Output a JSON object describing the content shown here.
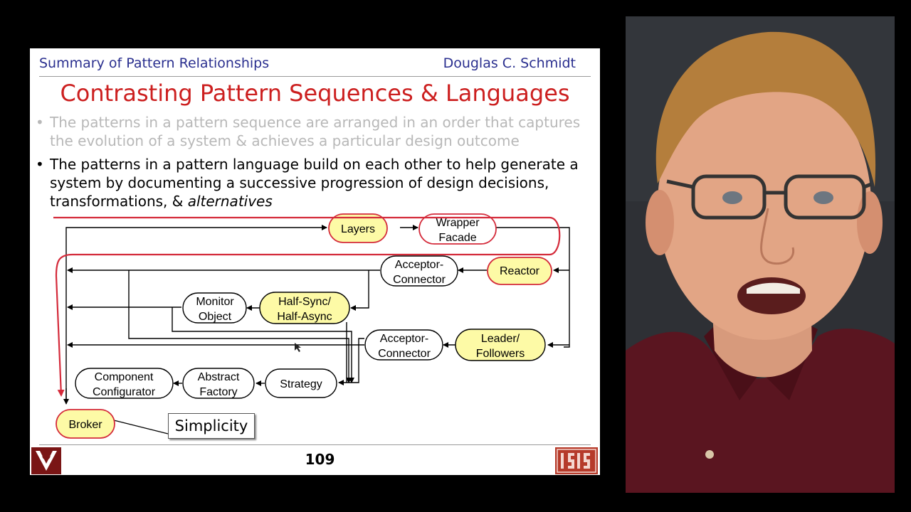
{
  "slide": {
    "header_left": "Summary of Pattern Relationships",
    "header_right": "Douglas C. Schmidt",
    "title": "Contrasting Pattern Sequences & Languages",
    "bullet1": "The patterns in a pattern sequence are arranged in an order that captures the evolution of a system & achieves a particular design outcome",
    "bullet2_main": "The patterns in a pattern language build on each other to help generate a system by documenting a successive progression of design decisions, transformations, & ",
    "bullet2_em": "alternatives",
    "bullet_marker": "•",
    "page_number": "109"
  },
  "diagram": {
    "nodes": {
      "layers": "Layers",
      "wrapper_facade_1": "Wrapper",
      "wrapper_facade_2": "Facade",
      "acceptor_connector_top_1": "Acceptor-",
      "acceptor_connector_top_2": "Connector",
      "reactor": "Reactor",
      "monitor_object_1": "Monitor",
      "monitor_object_2": "Object",
      "half_sync_1": "Half-Sync/",
      "half_sync_2": "Half-Async",
      "acceptor_connector_mid_1": "Acceptor-",
      "acceptor_connector_mid_2": "Connector",
      "leader_followers_1": "Leader/",
      "leader_followers_2": "Followers",
      "component_configurator_1": "Component",
      "component_configurator_2": "Configurator",
      "abstract_factory_1": "Abstract",
      "abstract_factory_2": "Factory",
      "strategy": "Strategy",
      "broker": "Broker"
    },
    "callout": "Simplicity",
    "highlighted_sequence": [
      "Layers",
      "Reactor",
      "Half-Sync/Half-Async",
      "Leader/Followers",
      "Broker"
    ],
    "highlight_color": "#fdfaa6",
    "sequence_line_color": "#d42a3a"
  },
  "colors": {
    "title": "#cc1f1f",
    "header": "#2a2f8f",
    "dimmed_text": "#b8b8b8"
  }
}
